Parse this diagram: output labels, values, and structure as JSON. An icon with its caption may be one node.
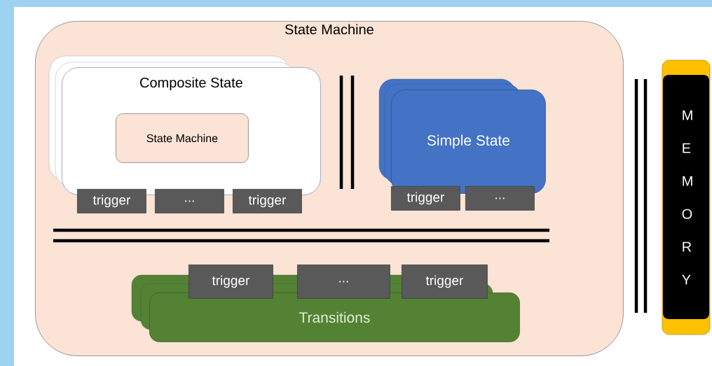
{
  "diagram": {
    "nodes": [
      {
        "text": [
          "State Machine"
        ]
      },
      {
        "text": [
          "Composite State"
        ],
        "in": 0
      },
      {
        "text": [
          "State Machine"
        ],
        "in": 1
      },
      {
        "text": [
          "trigger"
        ],
        "in": 0
      },
      {
        "text": [
          "..."
        ],
        "in": 0
      },
      {
        "text": [
          "trigger"
        ],
        "in": 0
      },
      {
        "text": [
          "Simple State"
        ],
        "in": 0
      },
      {
        "text": [
          "trigger"
        ],
        "in": 0
      },
      {
        "text": [
          "..."
        ],
        "in": 0
      },
      {
        "text": [
          "trigger"
        ],
        "in": 0
      },
      {
        "text": [
          "..."
        ],
        "in": 0
      },
      {
        "text": [
          "trigger"
        ],
        "in": 0
      },
      {
        "text": [
          "Transitions"
        ],
        "in": 0
      },
      {
        "text": [
          "M E M O R Y"
        ]
      }
    ]
  }
}
